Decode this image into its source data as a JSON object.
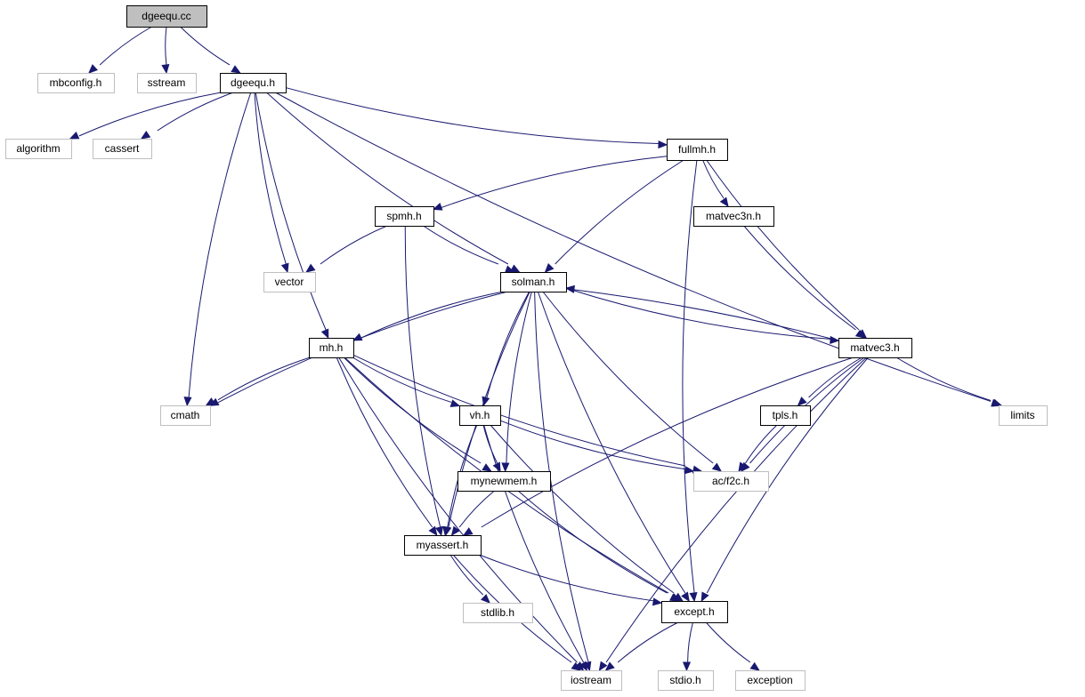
{
  "graph": {
    "title": "dgeequ.cc",
    "colors": {
      "edge": "#191970",
      "root_fill": "#bfbfbf",
      "root_border": "#000000",
      "documented_border": "#000000",
      "external_border": "#bfbfbf",
      "node_fill": "#ffffff"
    },
    "nodes": [
      {
        "id": "dgeequ_cc",
        "label": "dgeequ.cc",
        "kind": "root"
      },
      {
        "id": "mbconfig_h",
        "label": "mbconfig.h",
        "kind": "external"
      },
      {
        "id": "sstream",
        "label": "sstream",
        "kind": "external"
      },
      {
        "id": "dgeequ_h",
        "label": "dgeequ.h",
        "kind": "documented"
      },
      {
        "id": "algorithm",
        "label": "algorithm",
        "kind": "external"
      },
      {
        "id": "cassert",
        "label": "cassert",
        "kind": "external"
      },
      {
        "id": "fullmh_h",
        "label": "fullmh.h",
        "kind": "documented"
      },
      {
        "id": "spmh_h",
        "label": "spmh.h",
        "kind": "documented"
      },
      {
        "id": "matvec3n_h",
        "label": "matvec3n.h",
        "kind": "documented"
      },
      {
        "id": "vector",
        "label": "vector",
        "kind": "external"
      },
      {
        "id": "solman_h",
        "label": "solman.h",
        "kind": "documented"
      },
      {
        "id": "mh_h",
        "label": "mh.h",
        "kind": "documented"
      },
      {
        "id": "matvec3_h",
        "label": "matvec3.h",
        "kind": "documented"
      },
      {
        "id": "cmath",
        "label": "cmath",
        "kind": "external"
      },
      {
        "id": "vh_h",
        "label": "vh.h",
        "kind": "documented"
      },
      {
        "id": "tpls_h",
        "label": "tpls.h",
        "kind": "documented"
      },
      {
        "id": "limits",
        "label": "limits",
        "kind": "external"
      },
      {
        "id": "mynewmem_h",
        "label": "mynewmem.h",
        "kind": "documented"
      },
      {
        "id": "ac_f2c_h",
        "label": "ac/f2c.h",
        "kind": "external"
      },
      {
        "id": "myassert_h",
        "label": "myassert.h",
        "kind": "documented"
      },
      {
        "id": "stdlib_h",
        "label": "stdlib.h",
        "kind": "external"
      },
      {
        "id": "except_h",
        "label": "except.h",
        "kind": "documented"
      },
      {
        "id": "iostream",
        "label": "iostream",
        "kind": "external"
      },
      {
        "id": "stdio_h",
        "label": "stdio.h",
        "kind": "external"
      },
      {
        "id": "exception",
        "label": "exception",
        "kind": "external"
      }
    ],
    "edges": [
      {
        "from": "dgeequ_cc",
        "to": "mbconfig_h"
      },
      {
        "from": "dgeequ_cc",
        "to": "sstream"
      },
      {
        "from": "dgeequ_cc",
        "to": "dgeequ_h"
      },
      {
        "from": "dgeequ_h",
        "to": "algorithm"
      },
      {
        "from": "dgeequ_h",
        "to": "cassert"
      },
      {
        "from": "dgeequ_h",
        "to": "fullmh_h"
      },
      {
        "from": "dgeequ_h",
        "to": "limits"
      },
      {
        "from": "dgeequ_h",
        "to": "vector"
      },
      {
        "from": "dgeequ_h",
        "to": "solman_h"
      },
      {
        "from": "dgeequ_h",
        "to": "mh_h"
      },
      {
        "from": "dgeequ_h",
        "to": "cmath"
      },
      {
        "from": "fullmh_h",
        "to": "spmh_h"
      },
      {
        "from": "fullmh_h",
        "to": "matvec3n_h"
      },
      {
        "from": "fullmh_h",
        "to": "solman_h"
      },
      {
        "from": "fullmh_h",
        "to": "matvec3_h"
      },
      {
        "from": "fullmh_h",
        "to": "except_h"
      },
      {
        "from": "spmh_h",
        "to": "vector"
      },
      {
        "from": "spmh_h",
        "to": "solman_h"
      },
      {
        "from": "spmh_h",
        "to": "myassert_h"
      },
      {
        "from": "matvec3n_h",
        "to": "matvec3_h"
      },
      {
        "from": "solman_h",
        "to": "mh_h"
      },
      {
        "from": "solman_h",
        "to": "cmath"
      },
      {
        "from": "solman_h",
        "to": "matvec3_h"
      },
      {
        "from": "solman_h",
        "to": "vh_h"
      },
      {
        "from": "solman_h",
        "to": "mynewmem_h"
      },
      {
        "from": "solman_h",
        "to": "myassert_h"
      },
      {
        "from": "solman_h",
        "to": "ac_f2c_h"
      },
      {
        "from": "solman_h",
        "to": "except_h"
      },
      {
        "from": "solman_h",
        "to": "iostream"
      },
      {
        "from": "matvec3_h",
        "to": "solman_h"
      },
      {
        "from": "matvec3_h",
        "to": "tpls_h"
      },
      {
        "from": "matvec3_h",
        "to": "limits"
      },
      {
        "from": "matvec3_h",
        "to": "ac_f2c_h"
      },
      {
        "from": "matvec3_h",
        "to": "myassert_h"
      },
      {
        "from": "matvec3_h",
        "to": "except_h"
      },
      {
        "from": "matvec3_h",
        "to": "iostream"
      },
      {
        "from": "mh_h",
        "to": "cmath"
      },
      {
        "from": "mh_h",
        "to": "vh_h"
      },
      {
        "from": "mh_h",
        "to": "ac_f2c_h"
      },
      {
        "from": "mh_h",
        "to": "mynewmem_h"
      },
      {
        "from": "mh_h",
        "to": "myassert_h"
      },
      {
        "from": "mh_h",
        "to": "except_h"
      },
      {
        "from": "mh_h",
        "to": "iostream"
      },
      {
        "from": "vh_h",
        "to": "mynewmem_h"
      },
      {
        "from": "vh_h",
        "to": "ac_f2c_h"
      },
      {
        "from": "vh_h",
        "to": "myassert_h"
      },
      {
        "from": "vh_h",
        "to": "except_h"
      },
      {
        "from": "vh_h",
        "to": "iostream"
      },
      {
        "from": "tpls_h",
        "to": "ac_f2c_h"
      },
      {
        "from": "mynewmem_h",
        "to": "myassert_h"
      },
      {
        "from": "mynewmem_h",
        "to": "except_h"
      },
      {
        "from": "myassert_h",
        "to": "stdlib_h"
      },
      {
        "from": "myassert_h",
        "to": "except_h"
      },
      {
        "from": "myassert_h",
        "to": "iostream"
      },
      {
        "from": "except_h",
        "to": "iostream"
      },
      {
        "from": "except_h",
        "to": "stdio_h"
      },
      {
        "from": "except_h",
        "to": "exception"
      }
    ]
  }
}
